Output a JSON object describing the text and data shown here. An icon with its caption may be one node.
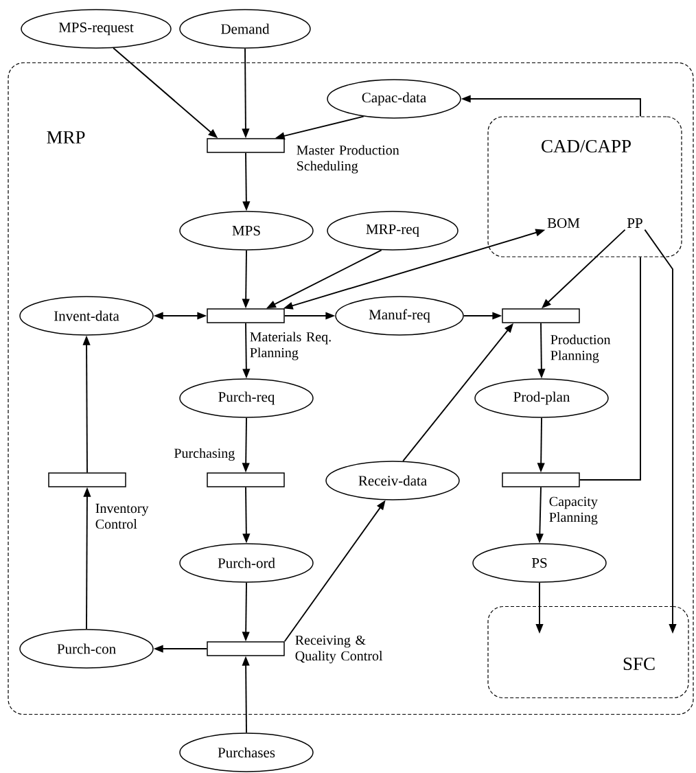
{
  "diagram": {
    "nodes": [
      {
        "text": [
          "MRP"
        ]
      },
      {
        "text": [
          "MPS-request"
        ]
      },
      {
        "text": [
          "Demand"
        ]
      },
      {
        "text": [
          "Capac-data"
        ],
        "in": 0
      },
      {
        "text": [
          "CAD/CAPP"
        ],
        "in": 0
      },
      {
        "text": [
          "BOM"
        ],
        "in": 4
      },
      {
        "text": [
          "PP"
        ],
        "in": 4
      },
      {
        "text": [],
        "shape": "bar",
        "beside": [
          "Master Production Scheduling"
        ],
        "in": 0
      },
      {
        "text": [
          "MPS"
        ],
        "in": 0
      },
      {
        "text": [
          "MRP-req"
        ],
        "in": 0
      },
      {
        "text": [
          "Invent-data"
        ],
        "in": 0
      },
      {
        "text": [],
        "shape": "bar",
        "beside": [
          "Materials Req. Planning"
        ],
        "in": 0
      },
      {
        "text": [
          "Manuf-req"
        ],
        "in": 0
      },
      {
        "text": [],
        "shape": "bar",
        "beside": [
          "Production Planning"
        ],
        "in": 0
      },
      {
        "text": [
          "Purch-req"
        ],
        "in": 0
      },
      {
        "text": [
          "Prod-plan"
        ],
        "in": 0
      },
      {
        "text": [],
        "shape": "bar",
        "beside": [
          "Purchasing"
        ],
        "in": 0
      },
      {
        "text": [
          "Receiv-data"
        ],
        "in": 0
      },
      {
        "text": [],
        "shape": "bar",
        "beside": [
          "Inventory Control"
        ],
        "in": 0
      },
      {
        "text": [],
        "shape": "bar",
        "beside": [
          "Capacity Planning"
        ],
        "in": 0
      },
      {
        "text": [
          "Purch-ord"
        ],
        "in": 0
      },
      {
        "text": [
          "PS"
        ],
        "in": 0
      },
      {
        "text": [
          "SFC"
        ],
        "in": 0
      },
      {
        "text": [
          "Purch-con"
        ],
        "in": 0
      },
      {
        "text": [],
        "shape": "bar",
        "beside": [
          "Receiving & Quality Control"
        ],
        "in": 0
      },
      {
        "text": [
          "Purchases"
        ]
      }
    ],
    "edges": [
      {
        "from": 1,
        "to": 7,
        "arrow": "to"
      },
      {
        "from": 2,
        "to": 7,
        "arrow": "to"
      },
      {
        "from": 3,
        "to": 7,
        "arrow": "to"
      },
      {
        "from": 4,
        "to": 3,
        "arrow": "to"
      },
      {
        "from": 7,
        "to": 8,
        "arrow": "to"
      },
      {
        "from": 8,
        "to": 11,
        "arrow": "to"
      },
      {
        "from": 9,
        "to": 11,
        "arrow": "to"
      },
      {
        "from": 11,
        "to": 5,
        "arrow": "both"
      },
      {
        "from": 10,
        "to": 11,
        "arrow": "both"
      },
      {
        "from": 11,
        "to": 12,
        "arrow": "to"
      },
      {
        "from": 12,
        "to": 13,
        "arrow": "to"
      },
      {
        "from": 6,
        "to": 13,
        "arrow": "to"
      },
      {
        "from": 11,
        "to": 14,
        "arrow": "to"
      },
      {
        "from": 13,
        "to": 15,
        "arrow": "to"
      },
      {
        "from": 14,
        "to": 16,
        "arrow": "to"
      },
      {
        "from": 15,
        "to": 19,
        "arrow": "to"
      },
      {
        "from": 19,
        "to": 4,
        "arrow": "none"
      },
      {
        "from": 16,
        "to": 20,
        "arrow": "to"
      },
      {
        "from": 20,
        "to": 24,
        "arrow": "to"
      },
      {
        "from": 25,
        "to": 24,
        "arrow": "to"
      },
      {
        "from": 24,
        "to": 23,
        "arrow": "to"
      },
      {
        "from": 24,
        "to": 17,
        "arrow": "to"
      },
      {
        "from": 17,
        "to": 13,
        "arrow": "to"
      },
      {
        "from": 23,
        "to": 18,
        "arrow": "to"
      },
      {
        "from": 18,
        "to": 10,
        "arrow": "to"
      },
      {
        "from": 19,
        "to": 21,
        "arrow": "to"
      },
      {
        "from": 21,
        "to": 22,
        "arrow": "to"
      },
      {
        "from": 6,
        "to": 22,
        "arrow": "to"
      }
    ]
  }
}
